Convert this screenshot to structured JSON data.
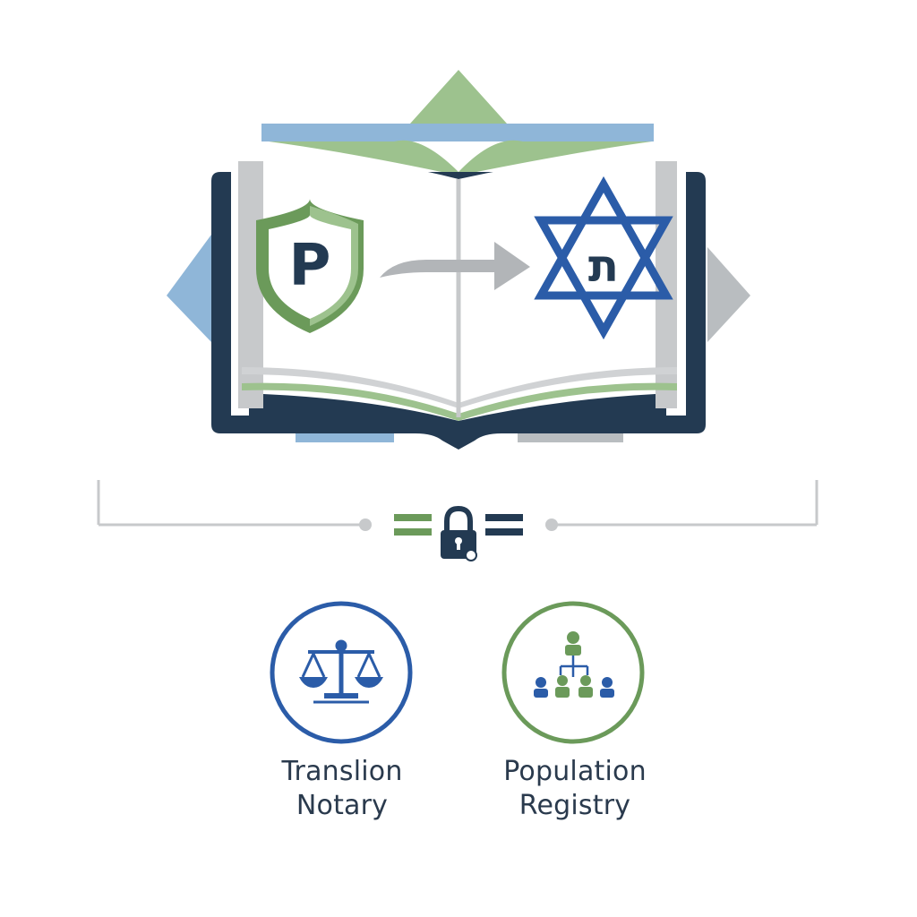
{
  "book": {
    "source_letter": "P",
    "target_letter": "ת"
  },
  "services": [
    {
      "line1": "Translion",
      "line2": "Notary",
      "icon": "balance-scale-icon",
      "color": "#2b5ca8"
    },
    {
      "line1": "Population",
      "line2": "Registry",
      "icon": "org-chart-people-icon",
      "color": "#6b9a5a"
    }
  ],
  "palette": {
    "navy": "#233a52",
    "blue": "#2b5ca8",
    "light_blue": "#8fb6d8",
    "green": "#6b9a5a",
    "light_green": "#9dc28e",
    "gray": "#b9bdc0"
  }
}
